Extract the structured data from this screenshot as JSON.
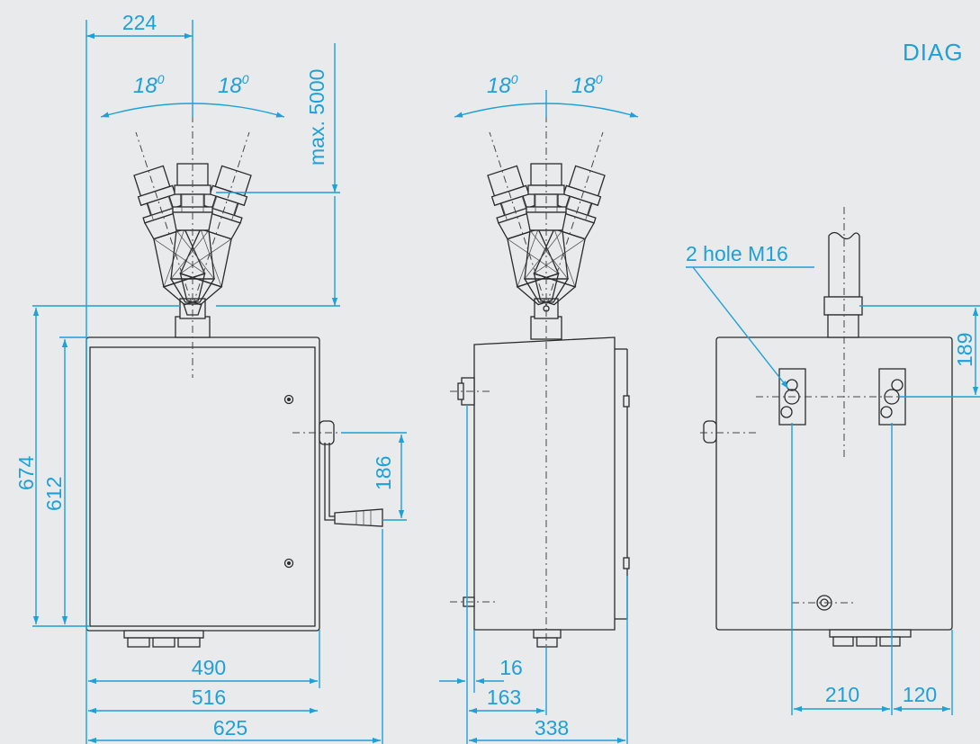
{
  "title": "DIAG",
  "colors": {
    "dimension": "#1ea0d8",
    "outline": "#2b2b2b",
    "background": "#e8eaeb"
  },
  "front_view": {
    "dim_top": "224",
    "angle_left": "18",
    "angle_left_sup": "0",
    "angle_right": "18",
    "angle_right_sup": "0",
    "dim_max": "max. 5000",
    "dim_674": "674",
    "dim_612": "612",
    "dim_186": "186",
    "dim_490": "490",
    "dim_516": "516",
    "dim_625": "625"
  },
  "side_view": {
    "angle_left": "18",
    "angle_left_sup": "0",
    "angle_right": "18",
    "angle_right_sup": "0",
    "dim_16": "16",
    "dim_163": "163",
    "dim_338": "338"
  },
  "rear_view": {
    "hole_label": "2 hole  M16",
    "dim_189": "189",
    "dim_210": "210",
    "dim_120": "120"
  }
}
